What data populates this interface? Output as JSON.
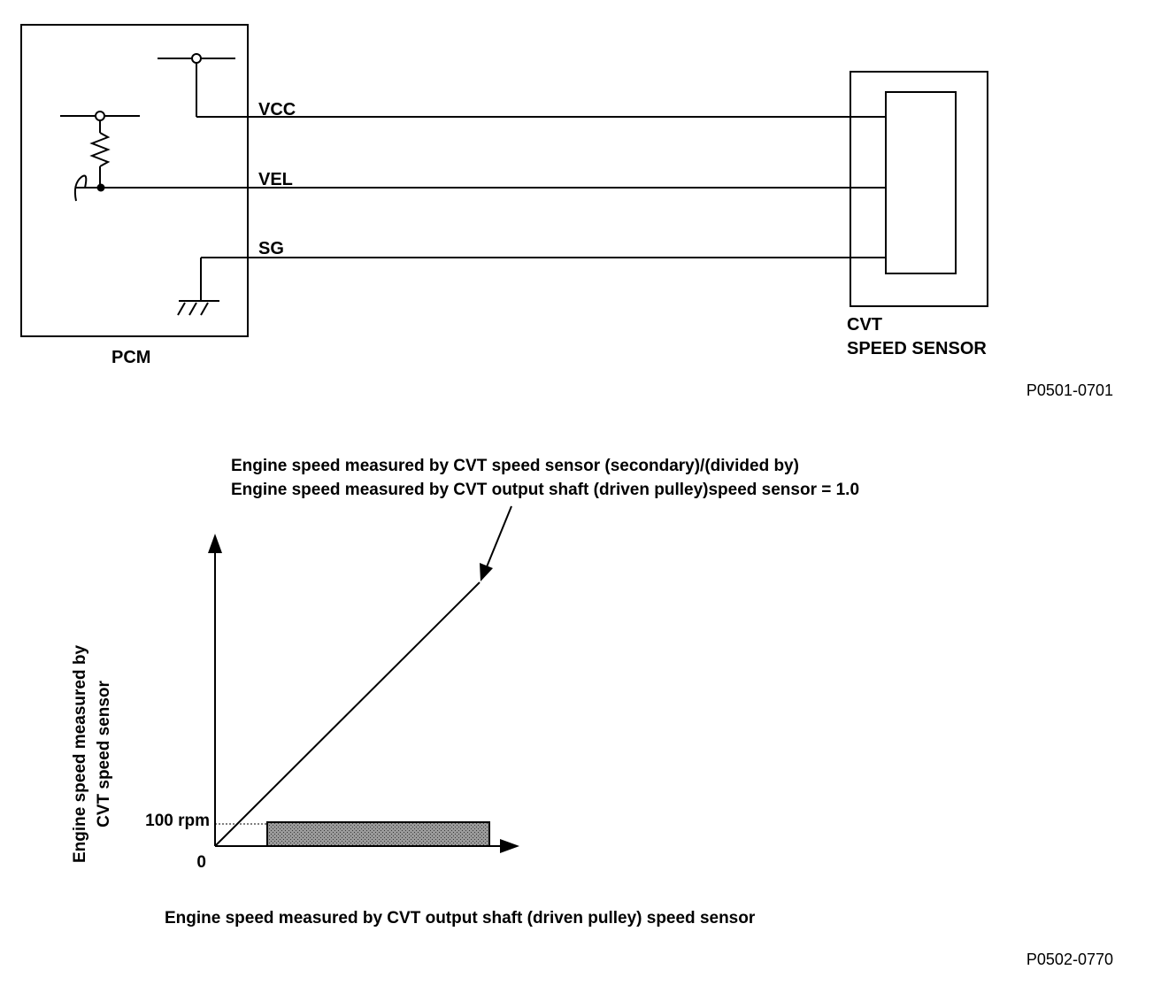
{
  "wiring": {
    "pcm_label": "PCM",
    "sensor_label_line1": "CVT",
    "sensor_label_line2": "SPEED SENSOR",
    "wires": [
      {
        "label": "VCC"
      },
      {
        "label": "VEL"
      },
      {
        "label": "SG"
      }
    ],
    "figure_id": "P0501-0701"
  },
  "graph": {
    "annotation_line1": "Engine speed measured by CVT speed sensor (secondary)/(divided by)",
    "annotation_line2": "Engine speed measured by CVT output shaft (driven pulley)speed sensor = 1.0",
    "ylabel_line1": "Engine speed measured by",
    "ylabel_line2": "CVT speed sensor",
    "xlabel": "Engine speed measured by CVT output shaft (driven pulley) speed sensor",
    "tick_100": "100 rpm",
    "tick_0": "0",
    "figure_id": "P0502-0770"
  },
  "chart_data": {
    "type": "line",
    "xlabel": "Engine speed measured by CVT output shaft (driven pulley) speed sensor",
    "ylabel": "Engine speed measured by CVT speed sensor",
    "series": [
      {
        "name": "",
        "ratio": 1.0
      }
    ],
    "y_ticks": [
      "0",
      "100 rpm"
    ],
    "shaded_region": {
      "y_max_rpm": 100
    }
  }
}
